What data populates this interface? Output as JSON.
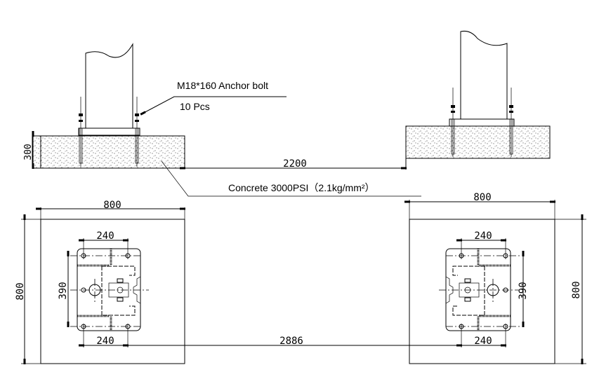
{
  "elevation": {
    "anchor_bolt_label": "M18*160 Anchor bolt",
    "anchor_bolt_qty": "10 Pcs",
    "concrete_label": "Concrete 3000PSI（2.1kg/mm²）",
    "slab_depth": "300",
    "spacing": "2200"
  },
  "plan": {
    "footing_width_left": "800",
    "footing_height_left": "800",
    "footing_width_right": "800",
    "footing_height_right": "800",
    "bolt_spacing_top_left": "240",
    "bolt_spacing_bottom_left": "240",
    "bolt_spacing_vertical_left": "390",
    "bolt_spacing_top_right": "240",
    "bolt_spacing_bottom_right": "240",
    "bolt_spacing_vertical_right": "390",
    "spacing": "2886"
  }
}
